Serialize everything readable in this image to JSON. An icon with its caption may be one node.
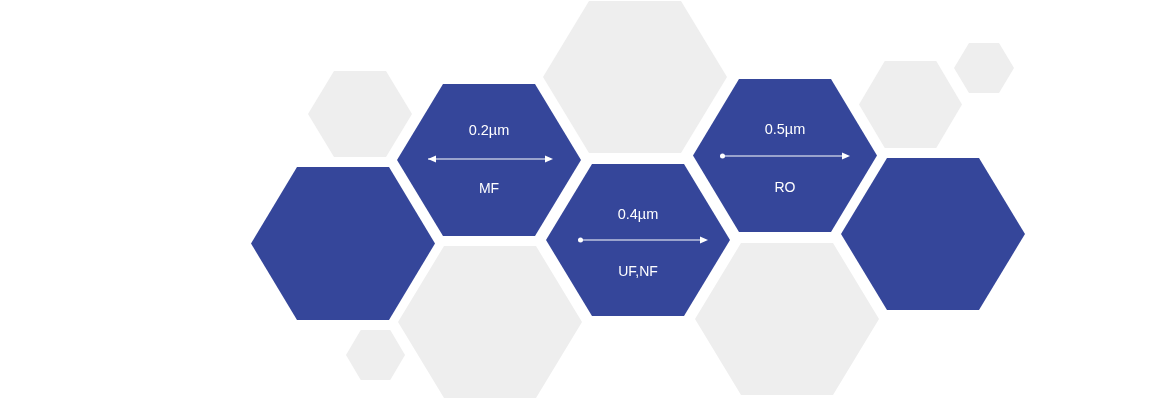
{
  "diagram": {
    "nodes": [
      {
        "text": [],
        "shape": "hexagon"
      },
      {
        "text": [
          "0.2µm",
          "MF"
        ]
      },
      {
        "text": [
          "0.4µm",
          "UF,NF"
        ]
      },
      {
        "text": [
          "0.5µm",
          "RO"
        ]
      },
      {
        "text": [],
        "shape": "hexagon"
      }
    ]
  }
}
